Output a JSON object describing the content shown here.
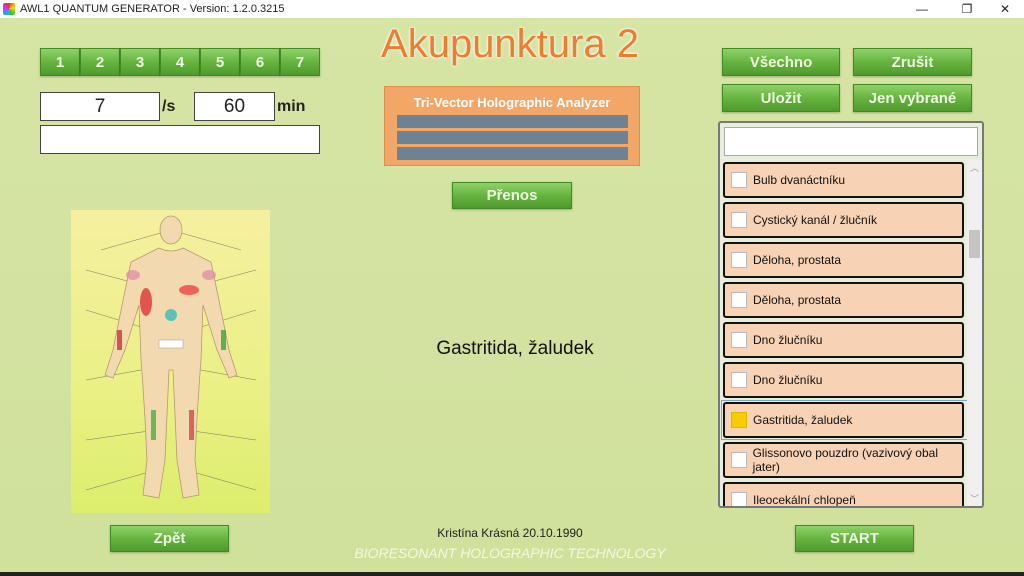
{
  "window": {
    "title": "AWL1 QUANTUM GENERATOR - Version: 1.2.0.3215",
    "minimize": "—",
    "maximize": "❐",
    "close": "✕"
  },
  "program_buttons": [
    "1",
    "2",
    "3",
    "4",
    "5",
    "6",
    "7"
  ],
  "frequency": {
    "value": "7",
    "unit": "/s"
  },
  "duration": {
    "value": "60",
    "unit": "min"
  },
  "info_field": {
    "value": ""
  },
  "app_title": "Akupunktura 2",
  "analyzer": {
    "title": "Tri-Vector Holographic Analyzer"
  },
  "buttons": {
    "transfer": "Přenos",
    "back": "Zpět",
    "start": "START",
    "all": "Všechno",
    "cancel": "Zrušit",
    "save": "Uložit",
    "selected_only": "Jen vybrané"
  },
  "selected_item": "Gastritida, žaludek",
  "list": {
    "search_value": "",
    "items": [
      {
        "label": "Bulb dvanáctníku",
        "checked": false
      },
      {
        "label": "Cystický kanál / žlučník",
        "checked": false
      },
      {
        "label": "Děloha, prostata",
        "checked": false
      },
      {
        "label": "Děloha, prostata",
        "checked": false
      },
      {
        "label": "Dno žlučníku",
        "checked": false
      },
      {
        "label": "Dno žlučníku",
        "checked": false
      },
      {
        "label": "Gastritida, žaludek",
        "checked": true
      },
      {
        "label": "Glissonovo pouzdro (vazivový obal jater)",
        "checked": false
      },
      {
        "label": "Ileocekální  chlopeň",
        "checked": false
      }
    ]
  },
  "footer": {
    "person": "Kristína Krásná 20.10.1990",
    "tech": "BIORESONANT HOLOGRAPHIC TECHNOLOGY"
  },
  "colors": {
    "accent_orange": "#ef7d2f",
    "button_green": "#66b43f",
    "item_bg": "#f7d2b4",
    "checked": "#f7cd00"
  }
}
